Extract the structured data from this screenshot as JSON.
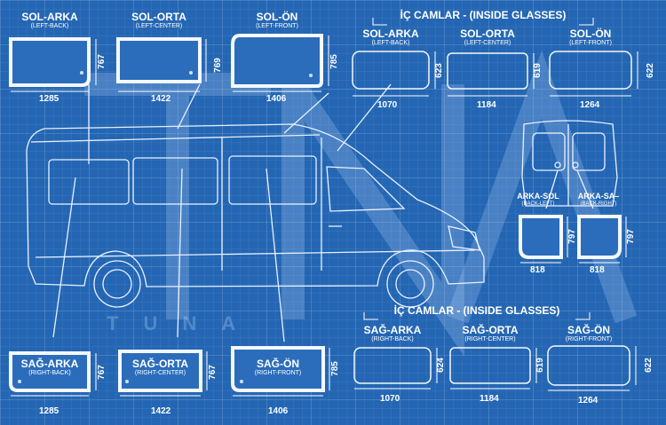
{
  "groups": {
    "inside_top": "İÇ CAMLAR - (INSIDE GLASSES)",
    "inside_bottom": "İÇ CAMLAR - (INSIDE GLASSES)"
  },
  "watermark": "TUNA",
  "top_outer": [
    {
      "name": "SOL-ARKA",
      "sub": "(LEFT-BACK)",
      "width": "1285",
      "height": "767"
    },
    {
      "name": "SOL-ORTA",
      "sub": "(LEFT-CENTER)",
      "width": "1422",
      "height": "769"
    },
    {
      "name": "SOL-ÖN",
      "sub": "(LEFT-FRONT)",
      "width": "1406",
      "height": "785"
    }
  ],
  "top_inner": [
    {
      "name": "SOL-ARKA",
      "sub": "(LEFT-BACK)",
      "width": "1070",
      "height": "623"
    },
    {
      "name": "SOL-ORTA",
      "sub": "(LEFT-CENTER)",
      "width": "1184",
      "height": "619"
    },
    {
      "name": "SOL-ÖN",
      "sub": "(LEFT-FRONT)",
      "width": "1264",
      "height": "622"
    }
  ],
  "back": [
    {
      "name": "ARKA-SOL",
      "sub": "(BACK-LEFT)",
      "width": "818",
      "height": "797"
    },
    {
      "name": "ARKA-SA–",
      "sub": "(BACK-RIGHT)",
      "width": "818",
      "height": "797"
    }
  ],
  "bottom_outer": [
    {
      "name": "SAĞ-ARKA",
      "sub": "(RIGHT-BACK)",
      "width": "1285",
      "height": "767"
    },
    {
      "name": "SAĞ-ORTA",
      "sub": "(RIGHT-CENTER)",
      "width": "1422",
      "height": "767"
    },
    {
      "name": "SAĞ-ÖN",
      "sub": "(RIGHT-FRONT)",
      "width": "1406",
      "height": "785"
    }
  ],
  "bottom_inner": [
    {
      "name": "SAĞ-ARKA",
      "sub": "(RIGHT-BACK)",
      "width": "1070",
      "height": "624"
    },
    {
      "name": "SAĞ-ORTA",
      "sub": "(RIGHT-CENTER)",
      "width": "1184",
      "height": "619"
    },
    {
      "name": "SAĞ-ÖN",
      "sub": "(RIGHT-FRONT)",
      "width": "1264",
      "height": "622"
    }
  ],
  "colors": {
    "background": "#2466b3",
    "line": "#ffffff",
    "glass": "#2b6dbb"
  }
}
